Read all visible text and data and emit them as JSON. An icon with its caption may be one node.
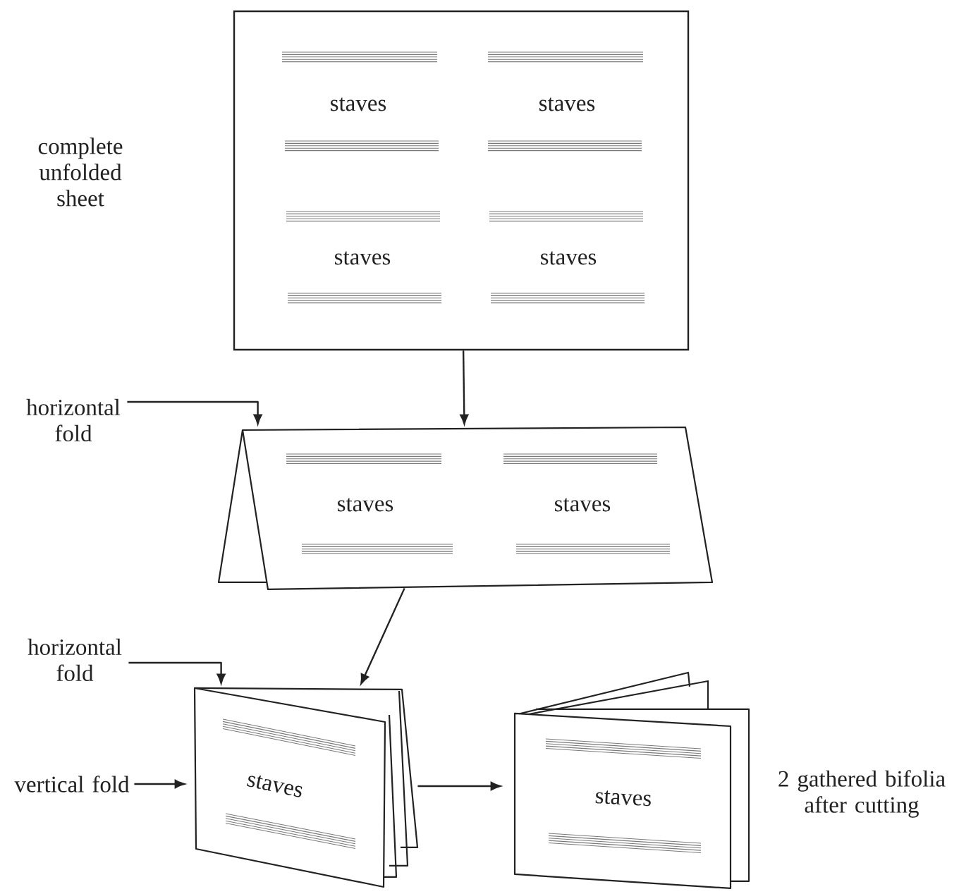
{
  "diagram": {
    "nodes": [
      {
        "text": [
          "staves",
          "staves",
          "staves",
          "staves"
        ]
      },
      {
        "text": [
          "horizontal fold"
        ]
      },
      {
        "text": [
          "staves",
          "staves"
        ]
      },
      {
        "text": [
          "horizontal fold"
        ]
      },
      {
        "text": [
          "vertical fold"
        ]
      },
      {
        "text": [
          "staves"
        ]
      },
      {
        "text": [
          "staves"
        ],
        "beside": [
          "2 gathered bifolia after cutting"
        ]
      }
    ],
    "edges": [
      {
        "from": 0,
        "to": 2,
        "arrow": "to"
      },
      {
        "from": 1,
        "to": 2,
        "arrow": "to"
      },
      {
        "from": 2,
        "to": 5,
        "arrow": "to"
      },
      {
        "from": 3,
        "to": 5,
        "arrow": "to"
      },
      {
        "from": 4,
        "to": 5,
        "arrow": "to"
      },
      {
        "from": 5,
        "to": 6,
        "arrow": "to"
      }
    ],
    "labels": [
      "complete unfolded sheet"
    ]
  }
}
